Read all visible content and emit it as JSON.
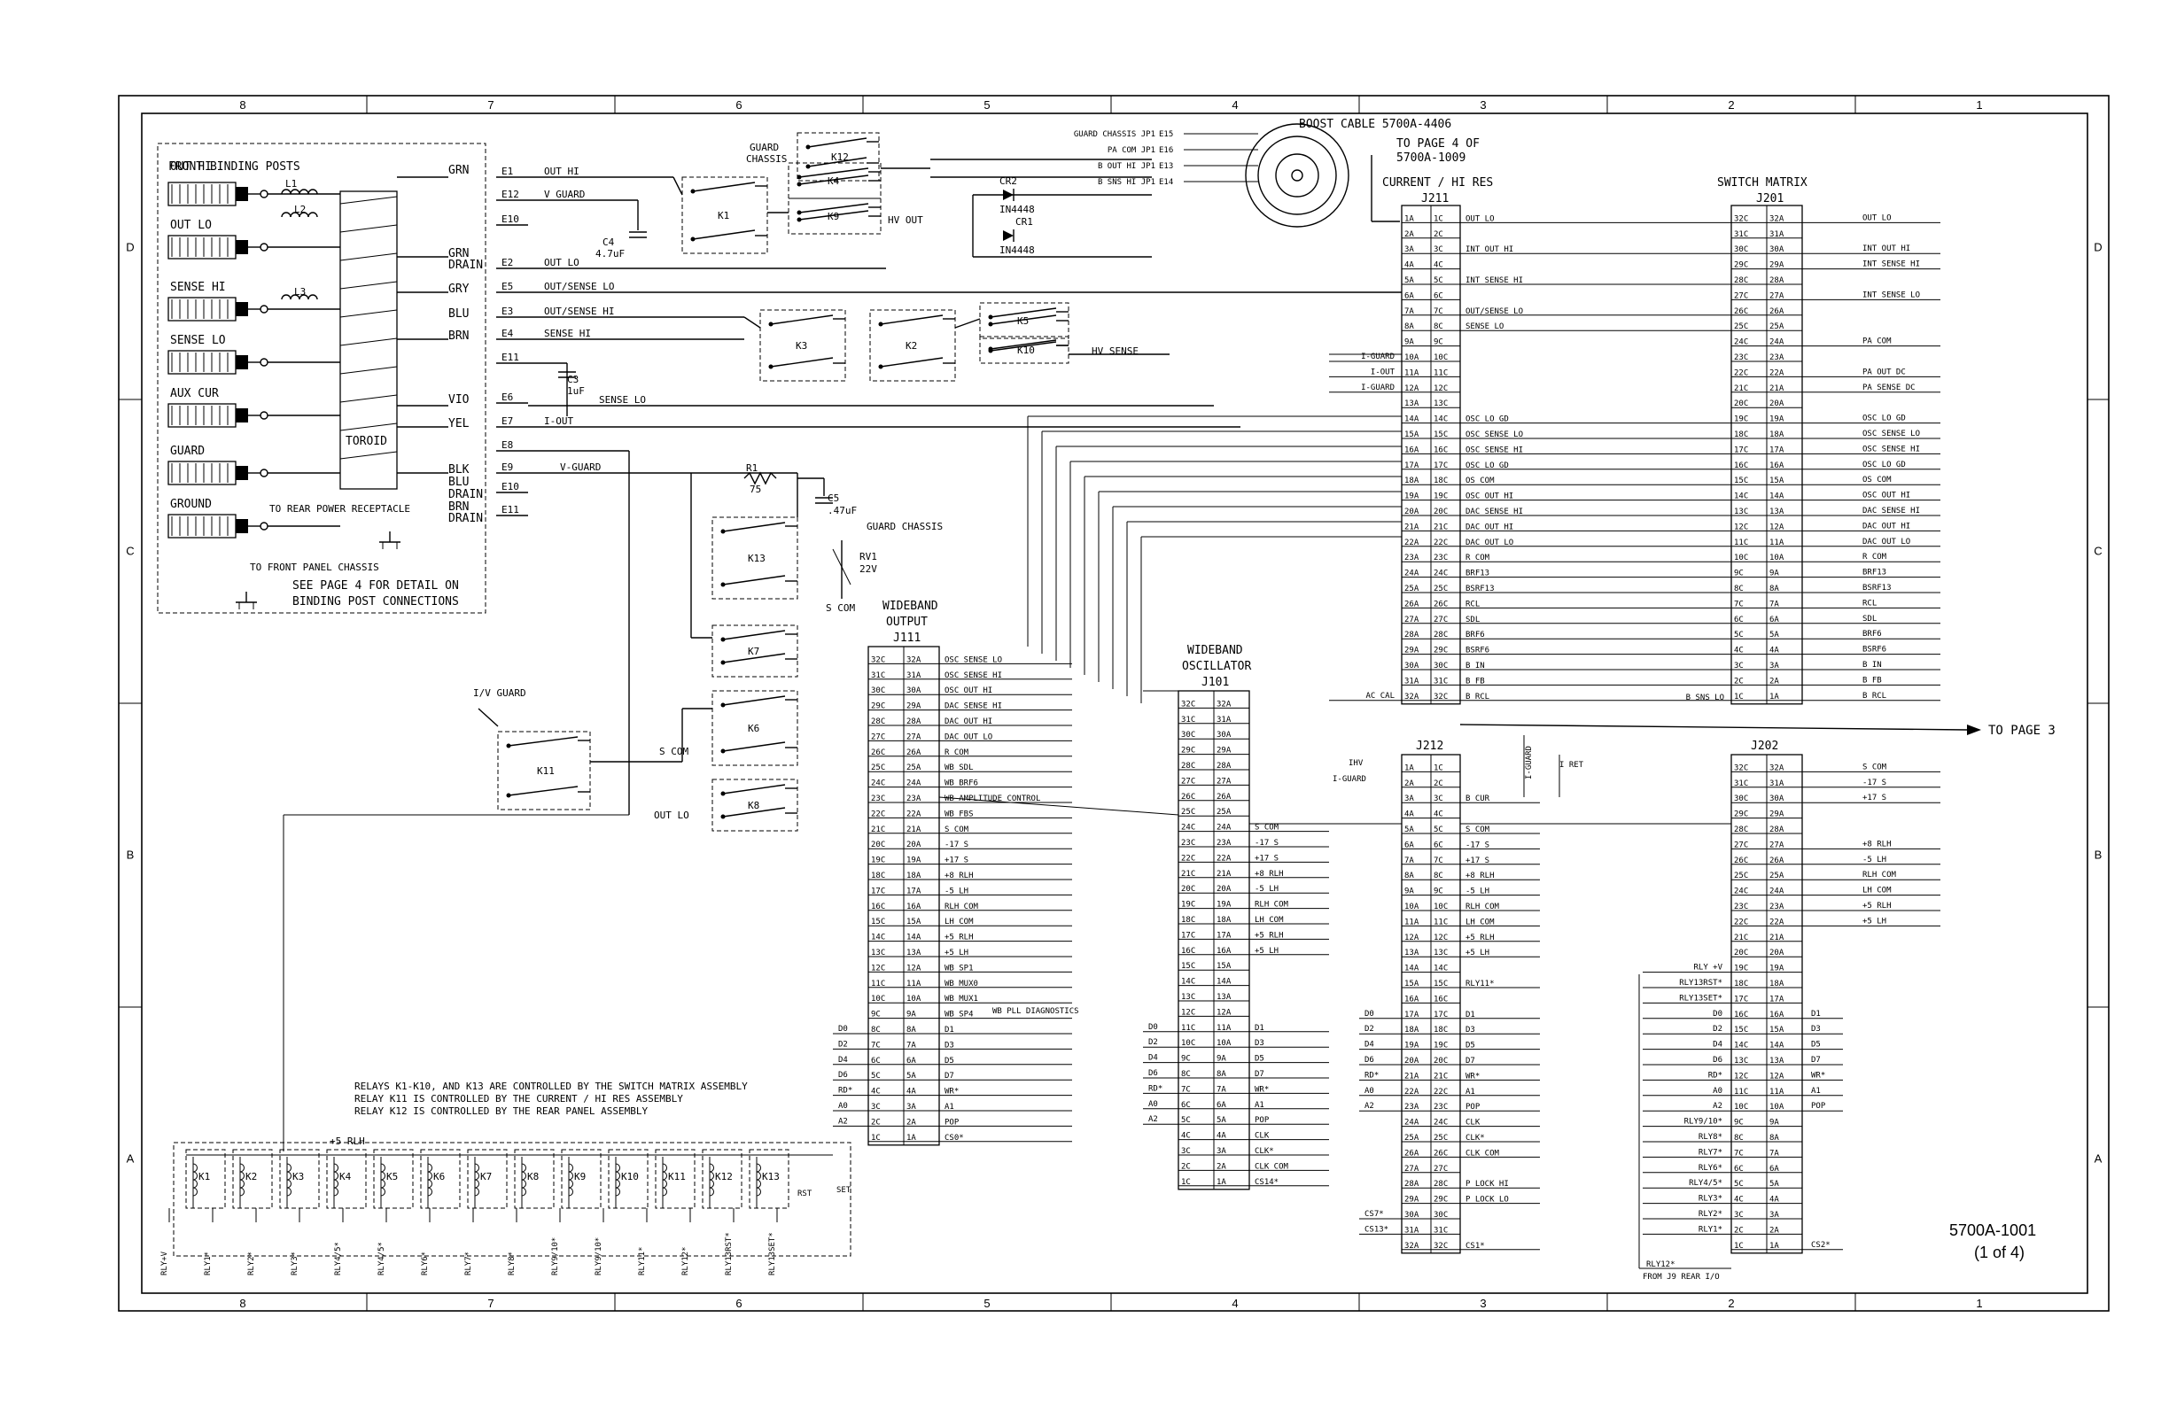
{
  "zones_top": [
    "8",
    "7",
    "6",
    "5",
    "4",
    "3",
    "2",
    "1"
  ],
  "zones_side": [
    "D",
    "C",
    "B",
    "A"
  ],
  "drawing_number": "5700A-1001",
  "sheet": "(1 of 4)",
  "front": {
    "title": "FRONT BINDING POSTS",
    "posts": [
      "OUT HI",
      "OUT LO",
      "SENSE HI",
      "SENSE LO",
      "AUX CUR",
      "GUARD",
      "GROUND"
    ],
    "toroid": "TOROID",
    "rear_power": "TO REAR POWER RECEPTACLE",
    "front_chassis": "TO FRONT PANEL CHASSIS",
    "note_1": "SEE PAGE 4 FOR DETAIL ON",
    "note_2": "BINDING POST CONNECTIONS",
    "inductors": [
      "L1",
      "L2",
      "L3"
    ],
    "wire_colors": [
      "GRN",
      "GRN",
      "DRAIN",
      "GRY",
      "BLU",
      "BRN",
      "VIO",
      "YEL",
      "BLK",
      "BLU",
      "DRAIN",
      "BRN",
      "DRAIN"
    ],
    "terminals": [
      "E1",
      "E12",
      "E10",
      "E2",
      "E5",
      "E3",
      "E4",
      "E11",
      "E6",
      "E7",
      "E8",
      "E9",
      "E10",
      "E11"
    ],
    "nets": [
      "OUT HI",
      "V GUARD",
      "OUT LO",
      "OUT/SENSE LO",
      "OUT/SENSE HI",
      "SENSE HI",
      "I-OUT",
      "V-GUARD",
      "SENSE LO"
    ]
  },
  "caps": {
    "c4": "C4",
    "c4v": "4.7uF",
    "c3": "C3",
    "c3v": "1uF",
    "r1": "R1",
    "r1v": "75",
    "c5": "C5",
    "c5v": ".47uF",
    "rv1": "RV1",
    "rv1v": "22V"
  },
  "relays": {
    "guard_chassis": "GUARD",
    "guard_chassis2": "CHASSIS",
    "guard_chassis3": "GUARD CHASSIS",
    "k12": "K12",
    "k4": "K4",
    "k9": "K9",
    "k1": "K1",
    "k3": "K3",
    "k2": "K2",
    "k5": "K5",
    "k10": "K10",
    "k13": "K13",
    "k7": "K7",
    "k6": "K6",
    "k8": "K8",
    "k11": "K11",
    "hv_out": "HV OUT",
    "hv_sense": "HV SENSE",
    "s_com": "S COM",
    "out_lo": "OUT LO",
    "iv_guard": "I/V GUARD",
    "cr2": "CR2",
    "cr1": "CR1",
    "diode": "IN4448"
  },
  "boost": {
    "title": "BOOST CABLE 5700A-4406",
    "page": "TO PAGE 4 OF",
    "doc": "5700A-1009",
    "jp_labels": [
      "GUARD CHASSIS JP1",
      "PA COM JP1",
      "B OUT HI JP1",
      "B SNS HI JP1"
    ],
    "jp_terms": [
      "E15",
      "E16",
      "E13",
      "E14"
    ]
  },
  "j211": {
    "title1": "CURRENT / HI RES",
    "title2": "J211",
    "rows": [
      [
        "1A",
        "1C",
        "OUT LO"
      ],
      [
        "2A",
        "2C",
        ""
      ],
      [
        "3A",
        "3C",
        "INT OUT HI"
      ],
      [
        "4A",
        "4C",
        ""
      ],
      [
        "5A",
        "5C",
        "INT SENSE HI"
      ],
      [
        "6A",
        "6C",
        ""
      ],
      [
        "7A",
        "7C",
        "OUT/SENSE LO"
      ],
      [
        "8A",
        "8C",
        "SENSE LO"
      ],
      [
        "9A",
        "9C",
        ""
      ],
      [
        "10A",
        "10C",
        ""
      ],
      [
        "11A",
        "11C",
        ""
      ],
      [
        "12A",
        "12C",
        ""
      ],
      [
        "13A",
        "13C",
        ""
      ],
      [
        "14A",
        "14C",
        "OSC LO GD"
      ],
      [
        "15A",
        "15C",
        "OSC SENSE LO"
      ],
      [
        "16A",
        "16C",
        "OSC SENSE HI"
      ],
      [
        "17A",
        "17C",
        "OSC LO GD"
      ],
      [
        "18A",
        "18C",
        "OS COM"
      ],
      [
        "19A",
        "19C",
        "OSC OUT HI"
      ],
      [
        "20A",
        "20C",
        "DAC SENSE HI"
      ],
      [
        "21A",
        "21C",
        "DAC OUT HI"
      ],
      [
        "22A",
        "22C",
        "DAC OUT LO"
      ],
      [
        "23A",
        "23C",
        "R COM"
      ],
      [
        "24A",
        "24C",
        "BRF13"
      ],
      [
        "25A",
        "25C",
        "BSRF13"
      ],
      [
        "26A",
        "26C",
        "RCL"
      ],
      [
        "27A",
        "27C",
        "SDL"
      ],
      [
        "28A",
        "28C",
        "BRF6"
      ],
      [
        "29A",
        "29C",
        "BSRF6"
      ],
      [
        "30A",
        "30C",
        "B IN"
      ],
      [
        "31A",
        "31C",
        "B FB"
      ],
      [
        "32A",
        "32C",
        "B RCL"
      ]
    ],
    "left_labels": [
      [
        "I-GUARD",
        "10A"
      ],
      [
        "I-OUT",
        "11A"
      ],
      [
        "I-GUARD",
        "12A"
      ],
      [
        "AC CAL",
        "32A"
      ]
    ]
  },
  "j201": {
    "title1": "SWITCH MATRIX",
    "title2": "J201",
    "rows": [
      [
        "32C",
        "32A",
        "OUT LO"
      ],
      [
        "31C",
        "31A",
        ""
      ],
      [
        "30C",
        "30A",
        "INT OUT HI"
      ],
      [
        "29C",
        "29A",
        "INT SENSE HI"
      ],
      [
        "28C",
        "28A",
        ""
      ],
      [
        "27C",
        "27A",
        "INT SENSE LO"
      ],
      [
        "26C",
        "26A",
        ""
      ],
      [
        "25C",
        "25A",
        ""
      ],
      [
        "24C",
        "24A",
        "PA COM"
      ],
      [
        "23C",
        "23A",
        ""
      ],
      [
        "22C",
        "22A",
        "PA OUT DC"
      ],
      [
        "21C",
        "21A",
        "PA SENSE DC"
      ],
      [
        "20C",
        "20A",
        ""
      ],
      [
        "19C",
        "19A",
        "OSC LO GD"
      ],
      [
        "18C",
        "18A",
        "OSC SENSE LO"
      ],
      [
        "17C",
        "17A",
        "OSC SENSE HI"
      ],
      [
        "16C",
        "16A",
        "OSC LO GD"
      ],
      [
        "15C",
        "15A",
        "OS COM"
      ],
      [
        "14C",
        "14A",
        "OSC OUT HI"
      ],
      [
        "13C",
        "13A",
        "DAC SENSE HI"
      ],
      [
        "12C",
        "12A",
        "DAC OUT HI"
      ],
      [
        "11C",
        "11A",
        "DAC OUT LO"
      ],
      [
        "10C",
        "10A",
        "R COM"
      ],
      [
        "9C",
        "9A",
        "BRF13"
      ],
      [
        "8C",
        "8A",
        "BSRF13"
      ],
      [
        "7C",
        "7A",
        "RCL"
      ],
      [
        "6C",
        "6A",
        "SDL"
      ],
      [
        "5C",
        "5A",
        "BRF6"
      ],
      [
        "4C",
        "4A",
        "BSRF6"
      ],
      [
        "3C",
        "3A",
        "B IN"
      ],
      [
        "2C",
        "2A",
        "B FB"
      ],
      [
        "1C",
        "1A",
        "B RCL"
      ]
    ],
    "b_sns_lo": "B SNS LO"
  },
  "to_page3": "TO PAGE 3",
  "j111": {
    "title1": "WIDEBAND",
    "title2": "OUTPUT",
    "title3": "J111",
    "rows": [
      [
        "32C",
        "32A",
        "OSC SENSE LO"
      ],
      [
        "31C",
        "31A",
        "OSC SENSE HI"
      ],
      [
        "30C",
        "30A",
        "OSC OUT HI"
      ],
      [
        "29C",
        "29A",
        "DAC SENSE HI"
      ],
      [
        "28C",
        "28A",
        "DAC OUT HI"
      ],
      [
        "27C",
        "27A",
        "DAC OUT LO"
      ],
      [
        "26C",
        "26A",
        "R COM"
      ],
      [
        "25C",
        "25A",
        "WB SDL"
      ],
      [
        "24C",
        "24A",
        "WB BRF6"
      ],
      [
        "23C",
        "23A",
        "WB AMPLITUDE CONTROL"
      ],
      [
        "22C",
        "22A",
        "WB FBS"
      ],
      [
        "21C",
        "21A",
        "S COM"
      ],
      [
        "20C",
        "20A",
        "-17 S"
      ],
      [
        "19C",
        "19A",
        "+17 S"
      ],
      [
        "18C",
        "18A",
        "+8 RLH"
      ],
      [
        "17C",
        "17A",
        "-5 LH"
      ],
      [
        "16C",
        "16A",
        "RLH COM"
      ],
      [
        "15C",
        "15A",
        "LH COM"
      ],
      [
        "14C",
        "14A",
        "+5 RLH"
      ],
      [
        "13C",
        "13A",
        "+5 LH"
      ],
      [
        "12C",
        "12A",
        "WB SP1"
      ],
      [
        "11C",
        "11A",
        "WB MUX0"
      ],
      [
        "10C",
        "10A",
        "WB MUX1"
      ],
      [
        "9C",
        "9A",
        "WB SP4"
      ],
      [
        "8C",
        "8A",
        "D1"
      ],
      [
        "7C",
        "7A",
        "D3"
      ],
      [
        "6C",
        "6A",
        "D5"
      ],
      [
        "5C",
        "5A",
        "D7"
      ],
      [
        "4C",
        "4A",
        "WR*"
      ],
      [
        "3C",
        "3A",
        "A1"
      ],
      [
        "2C",
        "2A",
        "POP"
      ],
      [
        "1C",
        "1A",
        "CS0*"
      ]
    ],
    "left": [
      "D0",
      "D2",
      "D4",
      "D6",
      "RD*",
      "A0",
      "A2"
    ],
    "diag": "WB PLL DIAGNOSTICS"
  },
  "j101": {
    "title1": "WIDEBAND",
    "title2": "OSCILLATOR",
    "title3": "J101",
    "rows": [
      [
        "32C",
        "32A",
        ""
      ],
      [
        "31C",
        "31A",
        ""
      ],
      [
        "30C",
        "30A",
        ""
      ],
      [
        "29C",
        "29A",
        ""
      ],
      [
        "28C",
        "28A",
        ""
      ],
      [
        "27C",
        "27A",
        ""
      ],
      [
        "26C",
        "26A",
        ""
      ],
      [
        "25C",
        "25A",
        ""
      ],
      [
        "24C",
        "24A",
        "S COM"
      ],
      [
        "23C",
        "23A",
        "-17 S"
      ],
      [
        "22C",
        "22A",
        "+17 S"
      ],
      [
        "21C",
        "21A",
        "+8 RLH"
      ],
      [
        "20C",
        "20A",
        "-5 LH"
      ],
      [
        "19C",
        "19A",
        "RLH COM"
      ],
      [
        "18C",
        "18A",
        "LH COM"
      ],
      [
        "17C",
        "17A",
        "+5 RLH"
      ],
      [
        "16C",
        "16A",
        "+5 LH"
      ],
      [
        "15C",
        "15A",
        ""
      ],
      [
        "14C",
        "14A",
        ""
      ],
      [
        "13C",
        "13A",
        ""
      ],
      [
        "12C",
        "12A",
        ""
      ],
      [
        "11C",
        "11A",
        "D1"
      ],
      [
        "10C",
        "10A",
        "D3"
      ],
      [
        "9C",
        "9A",
        "D5"
      ],
      [
        "8C",
        "8A",
        "D7"
      ],
      [
        "7C",
        "7A",
        "WR*"
      ],
      [
        "6C",
        "6A",
        "A1"
      ],
      [
        "5C",
        "5A",
        "POP"
      ],
      [
        "4C",
        "4A",
        "CLK"
      ],
      [
        "3C",
        "3A",
        "CLK*"
      ],
      [
        "2C",
        "2A",
        "CLK COM"
      ],
      [
        "1C",
        "1A",
        "CS14*"
      ]
    ],
    "left": [
      "D0",
      "D2",
      "D4",
      "D6",
      "RD*",
      "A0",
      "A2"
    ]
  },
  "j212": {
    "title": "J212",
    "rows": [
      [
        "1A",
        "1C",
        ""
      ],
      [
        "2A",
        "2C",
        ""
      ],
      [
        "3A",
        "3C",
        "B CUR"
      ],
      [
        "4A",
        "4C",
        ""
      ],
      [
        "5A",
        "5C",
        "S COM"
      ],
      [
        "6A",
        "6C",
        "-17 S"
      ],
      [
        "7A",
        "7C",
        "+17 S"
      ],
      [
        "8A",
        "8C",
        "+8 RLH"
      ],
      [
        "9A",
        "9C",
        "-5 LH"
      ],
      [
        "10A",
        "10C",
        "RLH COM"
      ],
      [
        "11A",
        "11C",
        "LH COM"
      ],
      [
        "12A",
        "12C",
        "+5 RLH"
      ],
      [
        "13A",
        "13C",
        "+5 LH"
      ],
      [
        "14A",
        "14C",
        ""
      ],
      [
        "15A",
        "15C",
        "RLY11*"
      ],
      [
        "16A",
        "16C",
        ""
      ],
      [
        "17A",
        "17C",
        "D1"
      ],
      [
        "18A",
        "18C",
        "D3"
      ],
      [
        "19A",
        "19C",
        "D5"
      ],
      [
        "20A",
        "20C",
        "D7"
      ],
      [
        "21A",
        "21C",
        "WR*"
      ],
      [
        "22A",
        "22C",
        "A1"
      ],
      [
        "23A",
        "23C",
        "POP"
      ],
      [
        "24A",
        "24C",
        "CLK"
      ],
      [
        "25A",
        "25C",
        "CLK*"
      ],
      [
        "26A",
        "26C",
        "CLK COM"
      ],
      [
        "27A",
        "27C",
        ""
      ],
      [
        "28A",
        "28C",
        "P LOCK HI"
      ],
      [
        "29A",
        "29C",
        "P LOCK LO"
      ],
      [
        "30A",
        "30C",
        ""
      ],
      [
        "31A",
        "31C",
        ""
      ],
      [
        "32A",
        "32C",
        "CS1*"
      ]
    ],
    "left": [
      "D0",
      "D2",
      "D4",
      "D6",
      "RD*",
      "A0",
      "A2",
      "CS7*",
      "CS13*"
    ],
    "ihv": "IHV",
    "iguard": "I-GUARD",
    "iguard_v": "I-GUARD",
    "iret": "I RET"
  },
  "j202": {
    "title": "J202",
    "rows": [
      [
        "32C",
        "32A",
        "S COM"
      ],
      [
        "31C",
        "31A",
        "-17 S"
      ],
      [
        "30C",
        "30A",
        "+17 S"
      ],
      [
        "29C",
        "29A",
        ""
      ],
      [
        "28C",
        "28A",
        ""
      ],
      [
        "27C",
        "27A",
        "+8 RLH"
      ],
      [
        "26C",
        "26A",
        "-5 LH"
      ],
      [
        "25C",
        "25A",
        "RLH COM"
      ],
      [
        "24C",
        "24A",
        "LH COM"
      ],
      [
        "23C",
        "23A",
        "+5 RLH"
      ],
      [
        "22C",
        "22A",
        "+5 LH"
      ],
      [
        "21C",
        "21A",
        ""
      ],
      [
        "20C",
        "20A",
        ""
      ],
      [
        "19C",
        "19A",
        ""
      ],
      [
        "18C",
        "18A",
        ""
      ],
      [
        "17C",
        "17A",
        ""
      ],
      [
        "16C",
        "16A",
        "D1"
      ],
      [
        "15C",
        "15A",
        "D3"
      ],
      [
        "14C",
        "14A",
        "D5"
      ],
      [
        "13C",
        "13A",
        "D7"
      ],
      [
        "12C",
        "12A",
        "WR*"
      ],
      [
        "11C",
        "11A",
        "A1"
      ],
      [
        "10C",
        "10A",
        "POP"
      ],
      [
        "9C",
        "9A",
        ""
      ],
      [
        "8C",
        "8A",
        ""
      ],
      [
        "7C",
        "7A",
        ""
      ],
      [
        "6C",
        "6A",
        ""
      ],
      [
        "5C",
        "5A",
        ""
      ],
      [
        "4C",
        "4A",
        ""
      ],
      [
        "3C",
        "3A",
        ""
      ],
      [
        "2C",
        "2A",
        ""
      ],
      [
        "1C",
        "1A",
        "CS2*"
      ]
    ],
    "left": [
      [
        "RLY +V",
        "19C"
      ],
      [
        "RLY13RST*",
        "18C"
      ],
      [
        "RLY13SET*",
        "17C"
      ],
      [
        "D0",
        "16C"
      ],
      [
        "D2",
        "15C"
      ],
      [
        "D4",
        "14C"
      ],
      [
        "D6",
        "13C"
      ],
      [
        "RD*",
        "12C"
      ],
      [
        "A0",
        "11C"
      ],
      [
        "A2",
        "10C"
      ],
      [
        "RLY9/10*",
        "9C"
      ],
      [
        "RLY8*",
        "8C"
      ],
      [
        "RLY7*",
        "7C"
      ],
      [
        "RLY6*",
        "6C"
      ],
      [
        "RLY4/5*",
        "5C"
      ],
      [
        "RLY3*",
        "4C"
      ],
      [
        "RLY2*",
        "3C"
      ],
      [
        "RLY1*",
        "2C"
      ]
    ],
    "rly12": "RLY12*",
    "from_j9": "FROM J9 REAR I/O"
  },
  "coils": {
    "note1": "RELAYS K1-K10, AND K13 ARE CONTROLLED BY THE SWITCH MATRIX ASSEMBLY",
    "note2": "RELAY K11 IS CONTROLLED BY THE CURRENT / HI RES ASSEMBLY",
    "note3": "RELAY K12 IS CONTROLLED BY THE REAR PANEL ASSEMBLY",
    "supply": "+5 RLH",
    "names": [
      "K1",
      "K2",
      "K3",
      "K4",
      "K5",
      "K6",
      "K7",
      "K8",
      "K9",
      "K10",
      "K11",
      "K12",
      "K13"
    ],
    "drives": [
      "RLY+V",
      "RLY1*",
      "RLY2*",
      "RLY3*",
      "RLY4/5*",
      "RLY4/5*",
      "RLY6*",
      "RLY7*",
      "RLY8*",
      "RLY9/10*",
      "RLY9/10*",
      "RLY11*",
      "RLY12*",
      "RLY13RST*",
      "RLY13SET*"
    ],
    "rst": "RST",
    "set": "SET"
  }
}
